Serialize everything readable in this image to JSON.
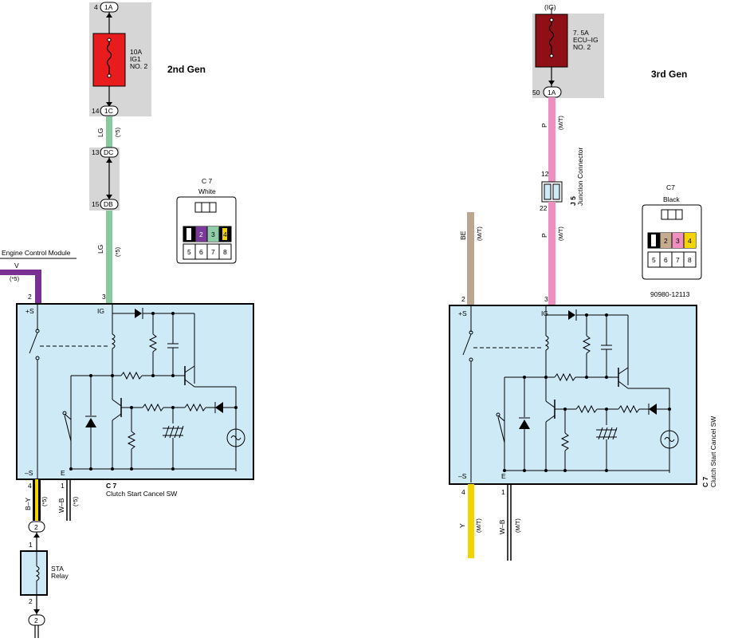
{
  "colors": {
    "box_fill": "#cfeaf7",
    "gray_panel": "#d6d6d6",
    "wire_lg": "#88c9a0",
    "wire_p": "#ee8fbf",
    "wire_be": "#bba690",
    "wire_v": "#7a2f93",
    "wire_y": "#f3d400",
    "fuse_red": "#e81c1c",
    "fuse_dark": "#8e0f16",
    "pin_purple": "#7a3a98",
    "pin_green": "#8fcca8",
    "pin_yellow": "#f3d400",
    "pin_tan": "#c6ac8f",
    "pin_pink": "#ee8fbf"
  },
  "gen2": {
    "heading": "2nd Gen",
    "fuse": {
      "rating": "10A",
      "name_1": "IG1",
      "name_2": "NO. 2"
    },
    "conn_1a_pin": "4",
    "conn_1a_label": "1A",
    "conn_1c_pin": "14",
    "conn_1c_label": "1C",
    "conn_dc_pin": "13",
    "conn_dc_label": "DC",
    "conn_db_pin": "15",
    "conn_db_label": "DB",
    "wire_top_color": "LG",
    "wire_top_note": "(*5)",
    "wire_mid_color": "LG",
    "wire_mid_note": "(*5)",
    "ecm_label": "Engine Control Module",
    "ecm_wire_color": "V",
    "ecm_wire_note": "(*5)",
    "pin_s_plus": "2",
    "pin_ig": "3",
    "pin_s_minus": "4",
    "pin_e": "1",
    "term_s_plus": "+S",
    "term_ig": "IG",
    "term_s_minus": "–S",
    "term_e": "E",
    "switch_code": "C 7",
    "switch_name": "Clutch Start Cancel SW",
    "wire_by": "B–Y",
    "wire_by_note": "(*5)",
    "wire_wb": "W–B",
    "wire_wb_note": "(*5)",
    "relay_conn_label": "2",
    "relay_pin_1": "1",
    "relay_pin_2": "2",
    "relay_bottom_conn_label": "2",
    "relay_name_1": "STA",
    "relay_name_2": "Relay",
    "connector_view": {
      "code": "C 7",
      "color": "White",
      "top_pins": [
        "1",
        "2",
        "3",
        "4"
      ],
      "bottom_pins": [
        "5",
        "6",
        "7",
        "8"
      ]
    }
  },
  "gen3": {
    "heading": "3rd Gen",
    "fuse": {
      "circuit": "(IG)",
      "rating": "7. 5A",
      "name_1": "ECU–IG",
      "name_2": "NO. 2"
    },
    "conn_1a_pin": "50",
    "conn_1a_label": "1A",
    "wire_p_top": "P",
    "wire_p_top_note": "(M/T)",
    "jc_pin_top": "12",
    "jc_pin_bottom": "22",
    "jc_code": "J 5",
    "jc_name": "Junction Connector",
    "wire_p_bottom": "P",
    "wire_p_bottom_note": "(M/T)",
    "wire_be": "BE",
    "wire_be_note": "(M/T)",
    "pin_s_plus": "2",
    "pin_ig": "3",
    "pin_s_minus": "4",
    "pin_e": "1",
    "term_s_plus": "+S",
    "term_ig": "IG",
    "term_s_minus": "–S",
    "term_e": "E",
    "switch_code": "C 7",
    "switch_name": "Clutch Start Cancel SW",
    "wire_y": "Y",
    "wire_y_note": "(M/T)",
    "wire_wb": "W–B",
    "wire_wb_note": "(M/T)",
    "connector_view": {
      "code": "C7",
      "color": "Black",
      "top_pins": [
        "1",
        "2",
        "3",
        "4"
      ],
      "bottom_pins": [
        "5",
        "6",
        "7",
        "8"
      ],
      "part_number": "90980-12113"
    }
  }
}
